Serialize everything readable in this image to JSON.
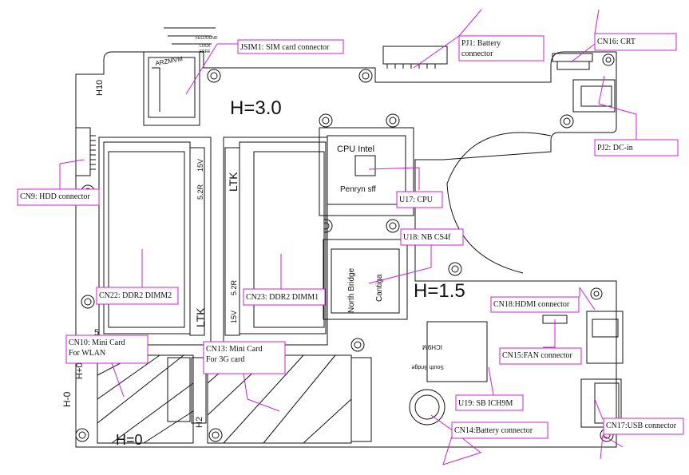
{
  "board": {
    "height_marks": [
      "H=3.0",
      "H=1.5",
      "H=0",
      "H10",
      "H+0",
      "H2",
      "H-0"
    ],
    "ram_marks": {
      "ltk": "LTK",
      "v15": "15V",
      "r5": "5.2R",
      "n5": "5"
    },
    "sim_marks": [
      "FELDOUND",
      "LOCK",
      "FREE"
    ],
    "cpu_text": [
      "CPU Intel",
      "Penryn sff"
    ],
    "north_bridge_text": [
      "North Bridge",
      "Cantiga"
    ],
    "south_bridge_text": [
      "ICH9M",
      "South Bridge"
    ]
  },
  "callouts": [
    {
      "id": "jsim1",
      "lines": [
        "JSIM1: SIM card connector"
      ]
    },
    {
      "id": "pj1",
      "lines": [
        "PJ1: Battery",
        "connector"
      ]
    },
    {
      "id": "cn16",
      "lines": [
        "CN16: CRT"
      ]
    },
    {
      "id": "pj2",
      "lines": [
        "PJ2: DC-in"
      ]
    },
    {
      "id": "cn9",
      "lines": [
        "CN9: HDD connector"
      ]
    },
    {
      "id": "u17",
      "lines": [
        "U17: CPU"
      ]
    },
    {
      "id": "u18",
      "lines": [
        "U18: NB CS4f"
      ]
    },
    {
      "id": "cn22",
      "lines": [
        "CN22: DDR2 DIMM2"
      ]
    },
    {
      "id": "cn23",
      "lines": [
        "CN23: DDR2 DIMM1"
      ]
    },
    {
      "id": "cn18",
      "lines": [
        "CN18:HDMI connector"
      ]
    },
    {
      "id": "cn10",
      "lines": [
        "CN10: Mini Card",
        "For WLAN"
      ]
    },
    {
      "id": "cn13",
      "lines": [
        "CN13: Mini Card",
        "For 3G card"
      ]
    },
    {
      "id": "cn15",
      "lines": [
        "CN15:FAN connector"
      ]
    },
    {
      "id": "u19",
      "lines": [
        "U19: SB ICH9M"
      ]
    },
    {
      "id": "cn14",
      "lines": [
        "CN14:Battery connector"
      ]
    },
    {
      "id": "cn17",
      "lines": [
        "CN17:USB connector"
      ]
    }
  ]
}
